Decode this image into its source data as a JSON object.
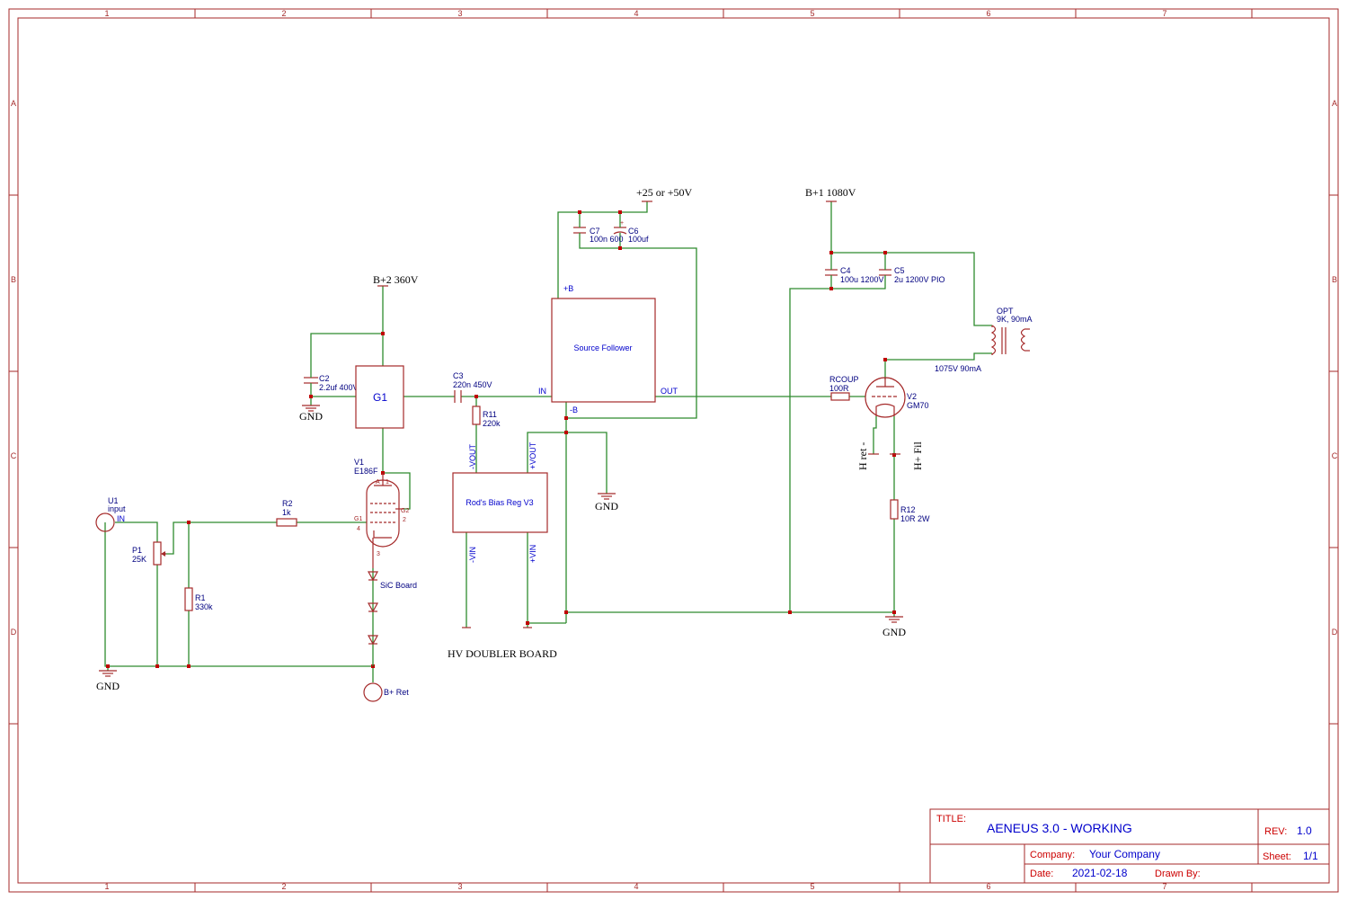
{
  "frame": {
    "columns": [
      "1",
      "2",
      "3",
      "4",
      "5",
      "6",
      "7"
    ],
    "rows": [
      "A",
      "B",
      "C",
      "D"
    ]
  },
  "components": {
    "u1": {
      "ref": "U1",
      "value": "input",
      "pin": "IN"
    },
    "p1": {
      "ref": "P1",
      "value": "25K"
    },
    "r1": {
      "ref": "R1",
      "value": "330k"
    },
    "r2": {
      "ref": "R2",
      "value": "1k"
    },
    "v1": {
      "ref": "V1",
      "value": "E186F"
    },
    "sic": {
      "label": "SiC Board"
    },
    "bret": {
      "label": "B+ Ret"
    },
    "c2": {
      "ref": "C2",
      "value": "2.2uf 400V"
    },
    "g1": {
      "label": "G1"
    },
    "c3": {
      "ref": "C3",
      "value": "220n 450V"
    },
    "r11": {
      "ref": "R11",
      "value": "220k"
    },
    "bias": {
      "label": "Rod's Bias Reg V3",
      "pins": [
        "-VOUT",
        "+VOUT",
        "-VIN",
        "+VIN"
      ]
    },
    "hv": {
      "label": "HV DOUBLER BOARD"
    },
    "sf": {
      "label": "Source Follower",
      "pins": [
        "+B",
        "IN",
        "OUT",
        "-B"
      ]
    },
    "c7": {
      "ref": "C7",
      "value": "100n 600"
    },
    "c6": {
      "ref": "C6",
      "value": "100uf"
    },
    "c4": {
      "ref": "C4",
      "value": "100u 1200V"
    },
    "c5": {
      "ref": "C5",
      "value": "2u 1200V PIO"
    },
    "opt": {
      "ref": "OPT",
      "value": "9K, 90mA",
      "note": "1075V 90mA"
    },
    "rcoup": {
      "ref": "RCOUP",
      "value": "100R"
    },
    "v2": {
      "ref": "V2",
      "value": "GM70"
    },
    "r12": {
      "ref": "R12",
      "value": "10R 2W"
    }
  },
  "power": {
    "b2": "B+2 360V",
    "b1": "B+1 1080V",
    "sfsupply": "+25 or +50V",
    "gnd": "GND",
    "hret": "H ret -",
    "hfil": "H+ Fil"
  },
  "title_block": {
    "title_label": "TITLE:",
    "title": "AENEUS 3.0 - WORKING",
    "rev_label": "REV:",
    "rev": "1.0",
    "company_label": "Company:",
    "company": "Your Company",
    "sheet_label": "Sheet:",
    "sheet": "1/1",
    "date_label": "Date:",
    "date": "2021-02-18",
    "drawn_label": "Drawn By:"
  },
  "colors": {
    "frame": "#a52a2a",
    "wire": "#2e8b2e",
    "junction": "#c00000",
    "label": "#0000cc"
  }
}
